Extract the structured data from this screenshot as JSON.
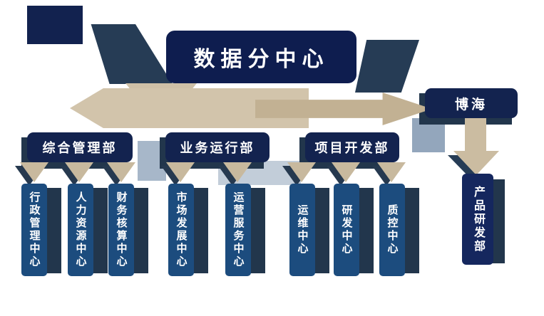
{
  "title": "数据分中心",
  "bohai": {
    "label": "博海",
    "child": "产品研发部"
  },
  "departments": [
    {
      "label": "综合管理部",
      "children": [
        "行政管理中心",
        "人力资源中心",
        "财务核算中心"
      ]
    },
    {
      "label": "业务运行部",
      "children": [
        "市场发展中心",
        "运营服务中心"
      ]
    },
    {
      "label": "项目开发部",
      "children": [
        "运维中心",
        "研发中心",
        "质控中心"
      ]
    }
  ],
  "colors": {
    "navy": "#0e1d4f",
    "steel_blue": "#1c4c7e",
    "tan_arrow": "#c8b99e",
    "shadow_slate": "#22364c"
  }
}
